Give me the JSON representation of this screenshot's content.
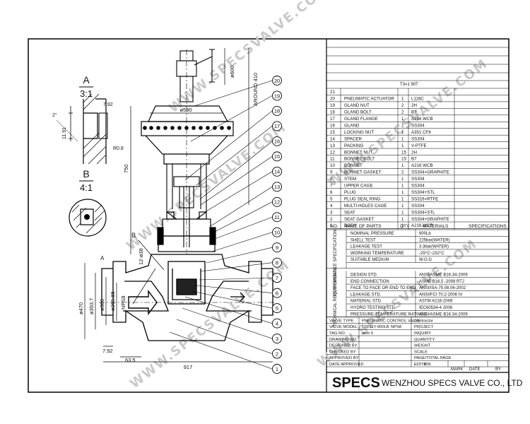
{
  "watermark": "WWW.SPECSVALVE.COM",
  "drawing": {
    "detail_a": {
      "letter": "A",
      "scale": "3:1",
      "dims": [
        "7.92",
        "11.91",
        "2°",
        "R0.8"
      ]
    },
    "detail_b": {
      "letter": "B",
      "scale": "4:1"
    },
    "dims": {
      "d590": "ø590",
      "d600": "ø600",
      "around410": "AROUND 410",
      "d750": "750",
      "d12": "12-ø38",
      "d470": "ø470",
      "d393": "ø393.7",
      "d306": "ø306",
      "d269": "ø269.88",
      "dn50": "NPS8",
      "d792": "7.92",
      "d635": "63.5",
      "d917": "917"
    },
    "section_b": "B",
    "section_a": "A",
    "balloons": [
      "20",
      "19",
      "18",
      "17",
      "16",
      "15",
      "14",
      "13",
      "12",
      "11",
      "10",
      "9",
      "8",
      "7",
      "6",
      "5",
      "4",
      "3",
      "2",
      "1"
    ]
  },
  "bom": {
    "scale_note": "T3=1 90T",
    "header": {
      "no": "NO.",
      "name": "NAME OF PARTS",
      "qty": "QTY",
      "mat": "MATERIALS",
      "spec": "SPECIFICATIONS"
    },
    "rows": [
      {
        "no": "21",
        "name": "",
        "qty": "",
        "mat": ""
      },
      {
        "no": "20",
        "name": "PNEUMATIC ACTUATOR",
        "qty": "1",
        "mat": "L116C"
      },
      {
        "no": "19",
        "name": "GLAND NUT",
        "qty": "2",
        "mat": "2H"
      },
      {
        "no": "18",
        "name": "GLAND BOLT",
        "qty": "2",
        "mat": "B7"
      },
      {
        "no": "17",
        "name": "GLAND FLANGE",
        "qty": "1",
        "mat": "A216 WCB"
      },
      {
        "no": "16",
        "name": "GLAND",
        "qty": "1",
        "mat": "SS304"
      },
      {
        "no": "15",
        "name": "LOCKING NUT",
        "qty": "1",
        "mat": "A351 CF8"
      },
      {
        "no": "14",
        "name": "SPACER",
        "qty": "1",
        "mat": "SS304"
      },
      {
        "no": "13",
        "name": "PACKING",
        "qty": "1",
        "mat": "V-PTFE"
      },
      {
        "no": "12",
        "name": "BONNET NUT",
        "qty": "15",
        "mat": "2H"
      },
      {
        "no": "11",
        "name": "BONNET BOLT",
        "qty": "15",
        "mat": "B7"
      },
      {
        "no": "10",
        "name": "BONNET",
        "qty": "1",
        "mat": "A216 WCB"
      },
      {
        "no": "9",
        "name": "BONNET GASKET",
        "qty": "2",
        "mat": "SS304+GRAPHITE"
      },
      {
        "no": "8",
        "name": "STEM",
        "qty": "1",
        "mat": "SS304"
      },
      {
        "no": "7",
        "name": "UPPER CAGE",
        "qty": "1",
        "mat": "SS304"
      },
      {
        "no": "6",
        "name": "PLUG",
        "qty": "1",
        "mat": "SS304+STL"
      },
      {
        "no": "5",
        "name": "PLUG SEAL RING",
        "qty": "1",
        "mat": "SS316+RTFE"
      },
      {
        "no": "4",
        "name": "MULTI-HOLES CAGE",
        "qty": "1",
        "mat": "SS304"
      },
      {
        "no": "3",
        "name": "SEAT",
        "qty": "1",
        "mat": "SS304+STL"
      },
      {
        "no": "2",
        "name": "SEAT GASKET",
        "qty": "1",
        "mat": "SS304+GRAPHITE"
      },
      {
        "no": "1",
        "name": "BODY",
        "qty": "1",
        "mat": "A216 WCB"
      }
    ]
  },
  "performance": {
    "label": "PERFORMANCE SPECIFICATION",
    "rows": [
      {
        "k": "NOMINAL PRESSURE",
        "v": "900Lb"
      },
      {
        "k": "SHELL TEST",
        "v": "225bar(WATER)"
      },
      {
        "k": "LEAKAGE TEST",
        "v": "3.3bar(WATER)"
      },
      {
        "k": "WORKING TEMPERATURE",
        "v": "-29°C~232°C"
      },
      {
        "k": "SUITABLE MEDIUM",
        "v": "W.O.G"
      }
    ]
  },
  "technical": {
    "label": "TECHNICAL REQUIREMENTS",
    "rows": [
      {
        "k": "DESIGN STD.",
        "v": "ANSI/ASME B16.34-2009"
      },
      {
        "k": "END CONNECTION",
        "v": "ASME B16.5 -2009 RTJ"
      },
      {
        "k": "FACE TO FACE OR END TO END",
        "v": "ANSI/ISA-75.08.06-2002"
      },
      {
        "k": "LEAKAGE STD.",
        "v": "ANSI/FCI 70.2-2006 IV"
      },
      {
        "k": "MATERIAL STD.",
        "v": "ASTM A216-2009"
      },
      {
        "k": "HYDRO TESTING STD.",
        "v": "IEC60534-4 2006"
      },
      {
        "k": "PRESSURE-TEMPERATURE RATINGS",
        "v": "ANSI/ASME B16.34-2009"
      }
    ]
  },
  "title_block": {
    "rows": [
      {
        "k": "VALVE TYPE",
        "v": "PNEUMATIC CONTROL VALVE",
        "k2": "Contractor",
        "v2": ""
      },
      {
        "k": "VALVE MODEL",
        "v": "10D11Y-900LB",
        "v_extra": "NPS8",
        "k2": "PROJECT",
        "v2": ""
      },
      {
        "k": "TAG NO.",
        "v": "Item 5",
        "k2": "INQUIRY",
        "v2": ""
      },
      {
        "k": "DRAWING NO.",
        "v": "",
        "k2": "QUANTITY",
        "v2": ""
      },
      {
        "k": "DESIGNED BY",
        "v": "",
        "k2": "WEIGHT",
        "v2": ""
      },
      {
        "k": "CHECKED BY",
        "v": "",
        "k2": "SCALE",
        "v2": ""
      },
      {
        "k": "APPROVED BY",
        "v": "",
        "k2": "PAGE/TOTAL PAGE",
        "v2": ""
      },
      {
        "k": "DATE APPROVED",
        "v": "",
        "k2": "EDITION",
        "v2": "0"
      }
    ],
    "rev": {
      "mark": "MARK",
      "date": "DATE",
      "by": "BY"
    },
    "logo": "SPECS",
    "company": "WENZHOU SPECS VALVE CO., LTD"
  }
}
